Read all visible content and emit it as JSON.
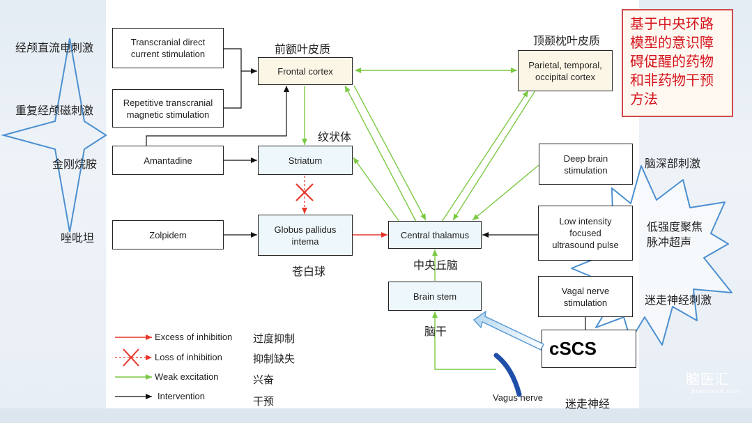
{
  "boxes": {
    "tdcs": "Transcranial direct\ncurrent stimulation",
    "rtms": "Repetitive transcranial\nmagnetic stimulation",
    "frontal": "Frontal cortex",
    "parietal": "Parietal, temporal,\noccipital cortex",
    "amantadine": "Amantadine",
    "striatum": "Striatum",
    "zolpidem": "Zolpidem",
    "globus": "Globus pallidus\nintema",
    "thalamus": "Central thalamus",
    "brainstem": "Brain stem",
    "dbs": "Deep brain\nstimulation",
    "lifup": "Low intensity\nfocused\nultrasound pulse",
    "vns": "Vagal nerve\nstimulation",
    "cscs": "cSCS"
  },
  "labels_cn": {
    "tdcs": "经颅直流电刺激",
    "rtms": "重复经颅磁刺激",
    "amantadine": "金刚烷胺",
    "zolpidem": "唑吡坦",
    "frontal": "前额叶皮质",
    "parietal": "顶颞枕叶皮质",
    "striatum": "纹状体",
    "globus": "苍白球",
    "thalamus": "中央丘脑",
    "brainstem": "脑干",
    "dbs": "脑深部刺激",
    "lifup": "低强度聚焦\n脉冲超声",
    "vns": "迷走神经刺激",
    "vagus": "迷走神经"
  },
  "vagus_label": "Vagus nerve",
  "title": "基于中央环路\n模型的意识障\n碍促醒的药物\n和非药物干预\n方法",
  "legend": [
    {
      "label": "Excess of inhibition",
      "cn": "过度抑制",
      "kind": "red-arrow"
    },
    {
      "label": "Loss of inhibition",
      "cn": "抑制缺失",
      "kind": "red-cross"
    },
    {
      "label": "Weak excitation",
      "cn": "兴奋",
      "kind": "green-arrow"
    },
    {
      "label": "Intervention",
      "cn": "干预",
      "kind": "black-arrow"
    }
  ],
  "logo": {
    "main": "脑医汇",
    "sub": "Brainmed.com"
  },
  "colors": {
    "green": "#7ac943",
    "red": "#e8352a",
    "black": "#111111",
    "title_red": "#d4141c"
  }
}
